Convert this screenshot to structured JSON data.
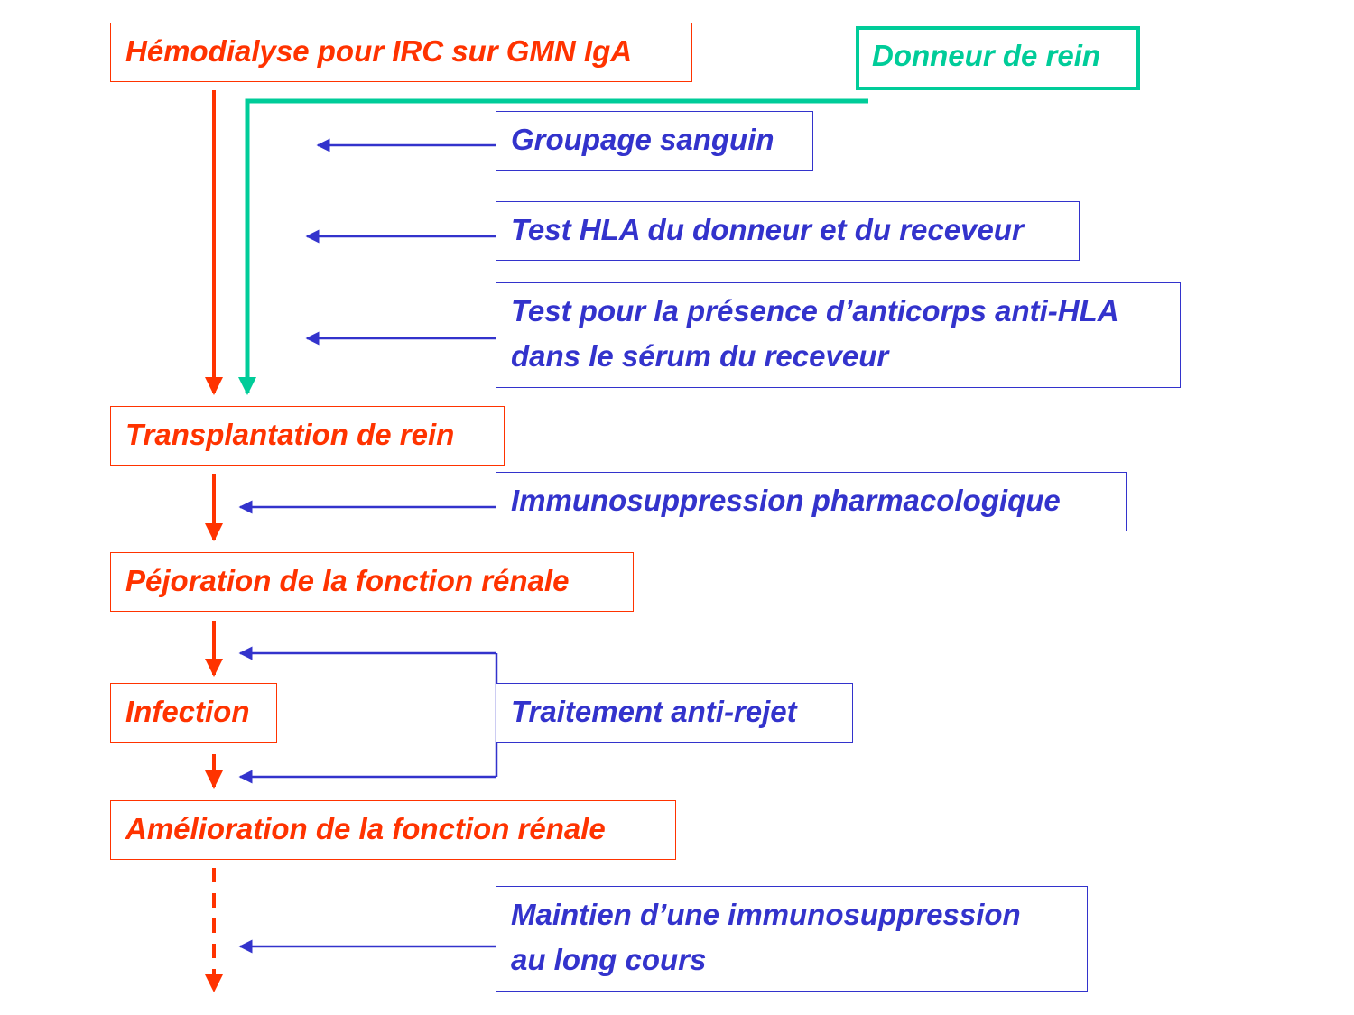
{
  "colors": {
    "patient_flow": "#ff3300",
    "procedures": "#3333cc",
    "donor": "#00cc99"
  },
  "steps": {
    "hemodialyse": "Hémodialyse pour IRC sur GMN IgA",
    "transplantation": "Transplantation de rein",
    "pejoration": "Péjoration de la fonction rénale",
    "infection": "Infection",
    "amelioration": "Amélioration de la fonction rénale"
  },
  "donor": {
    "label": "Donneur de rein"
  },
  "procedures": {
    "groupage": "Groupage sanguin",
    "test_hla": "Test HLA du donneur et du receveur",
    "test_anticorps_line1": "Test pour la présence d’anticorps anti-HLA",
    "test_anticorps_line2": "dans le sérum du receveur",
    "immunosuppression": "Immunosuppression pharmacologique",
    "anti_rejet": "Traitement anti-rejet",
    "maintien_line1": "Maintien d’une immunosuppression",
    "maintien_line2": "au long cours"
  }
}
